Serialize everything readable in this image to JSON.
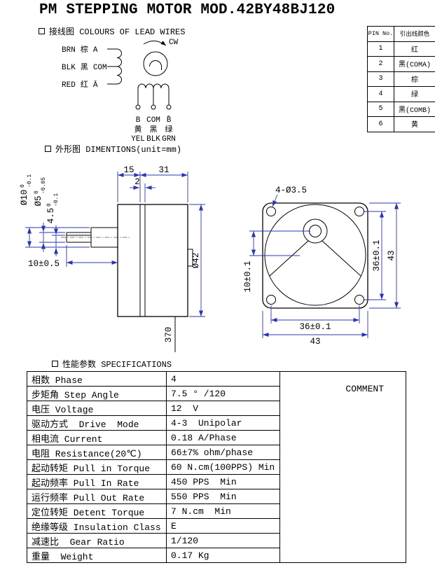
{
  "title": "PM STEPPING MOTOR MOD.42BY48BJ120",
  "wiring": {
    "section_label": "接线图 COLOURS OF LEAD WIRES",
    "cw_label": "CW",
    "leads": [
      {
        "abbr": "BRN",
        "cn": "棕",
        "phase": "A"
      },
      {
        "abbr": "BLK",
        "cn": "黑",
        "phase": "COM"
      },
      {
        "abbr": "RED",
        "cn": "红",
        "phase": "Ā"
      }
    ],
    "terminals": [
      {
        "phase": "B",
        "cn": "黄",
        "abbr": "YEL"
      },
      {
        "phase": "COM",
        "cn": "黑",
        "abbr": "BLK"
      },
      {
        "phase": "B̄",
        "cn": "绿",
        "abbr": "GRN"
      }
    ]
  },
  "pin_table": {
    "col1": "PIN No.",
    "col2": "引出线颜色",
    "rows": [
      {
        "no": "1",
        "color": "红"
      },
      {
        "no": "2",
        "color": "黑(COMA)"
      },
      {
        "no": "3",
        "color": "棕"
      },
      {
        "no": "4",
        "color": "绿"
      },
      {
        "no": "5",
        "color": "黑(COMB)"
      },
      {
        "no": "6",
        "color": "黄"
      }
    ]
  },
  "outline": {
    "section_label": "外形图 DIMENTIONS(unit=mm)",
    "side": {
      "len_gearhead": "15",
      "len_body": "31",
      "plate": "2",
      "boss_dia": "Ø10",
      "boss_tol_hi": "0",
      "boss_tol_lo": "-0.1",
      "shaft_dia": "Ø5",
      "shaft_tol_hi": "0",
      "shaft_tol_lo": "-0.05",
      "flat": "4.5",
      "flat_tol_hi": "0",
      "flat_tol_lo": "-0.1",
      "shaft_len": "10±0.5",
      "body_dia": "Ø42",
      "wire_len": "370"
    },
    "front": {
      "holes": "4-Ø3.5",
      "pitch_v": "36±0.1",
      "flange_v": "43",
      "pitch_h": "36±0.1",
      "flange_h": "43",
      "shaft_offset": "10±0.1"
    }
  },
  "specs": {
    "section_label": "性能参数 SPECIFICATIONS",
    "comment_header": "COMMENT",
    "rows": [
      {
        "label": "相数 Phase",
        "value": "4"
      },
      {
        "label": "步矩角 Step Angle",
        "value": "7.5 ° /120"
      },
      {
        "label": "电压 Voltage",
        "value": "12  V"
      },
      {
        "label": "驱动方式  Drive  Mode",
        "value": "4-3  Unipolar"
      },
      {
        "label": "相电流 Current",
        "value": "0.18 A/Phase"
      },
      {
        "label": "电阻 Resistance(20℃)",
        "value": "66±7% ohm/phase"
      },
      {
        "label": "起动转矩 Pull in Torque",
        "value": "60 N.cm(100PPS) Min"
      },
      {
        "label": "起动频率 Pull In Rate",
        "value": "450 PPS  Min"
      },
      {
        "label": "运行频率 Pull Out Rate",
        "value": "550 PPS  Min"
      },
      {
        "label": "定位转矩 Detent Torque",
        "value": "7 N.cm  Min"
      },
      {
        "label": "绝缘等级 Insulation Class",
        "value": "E"
      },
      {
        "label": "减速比  Gear Ratio",
        "value": "1/120"
      },
      {
        "label": "重量  Weight",
        "value": "0.17 Kg"
      }
    ]
  },
  "colors": {
    "dimension_line": "#2b35b0",
    "ink": "#000000"
  }
}
